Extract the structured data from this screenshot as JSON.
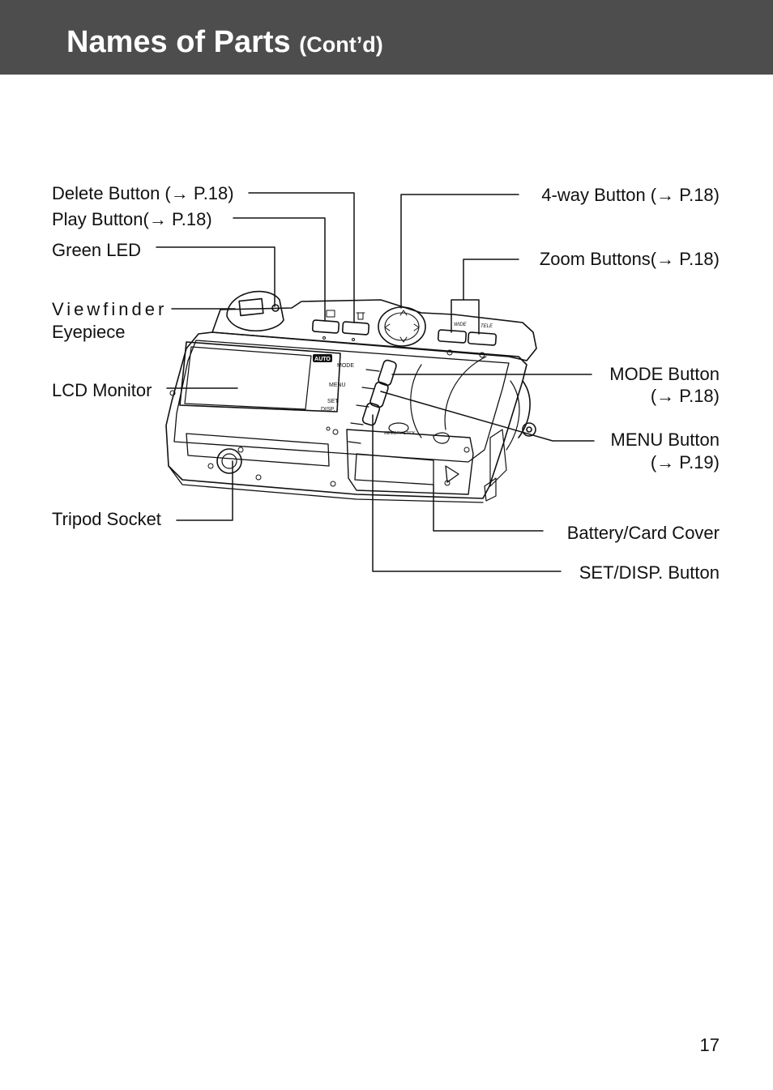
{
  "header": {
    "title": "Names of Parts",
    "subtitle": "(Cont’d)"
  },
  "labels": {
    "delete_button": "Delete Button (→ P.18)",
    "play_button": "Play Button(→ P.18)",
    "green_led": "Green LED",
    "viewfinder_line1": "Viewfinder",
    "viewfinder_line2": "Eyepiece",
    "lcd_monitor": "LCD Monitor",
    "tripod_socket": "Tripod Socket",
    "four_way_button": "4-way Button (→ P.18)",
    "zoom_buttons": "Zoom Buttons(→ P.18)",
    "mode_button_line1": "MODE Button",
    "mode_button_line2": "(→ P.18)",
    "menu_button_line1": "MENU Button",
    "menu_button_line2": "(→ P.19)",
    "battery_card_cover": "Battery/Card Cover",
    "set_disp_button": "SET/DISP. Button"
  },
  "camera_markings": {
    "auto": "AUTO",
    "mode": "MODE",
    "menu": "MENU",
    "set": "SET",
    "disp": "DISP.",
    "wide": "WIDE",
    "tele": "TELE",
    "memory_stick": "MEMORY STICK"
  },
  "colors": {
    "header_bg": "#4d4d4d",
    "header_text": "#ffffff",
    "line": "#111111"
  },
  "page_number": "17"
}
